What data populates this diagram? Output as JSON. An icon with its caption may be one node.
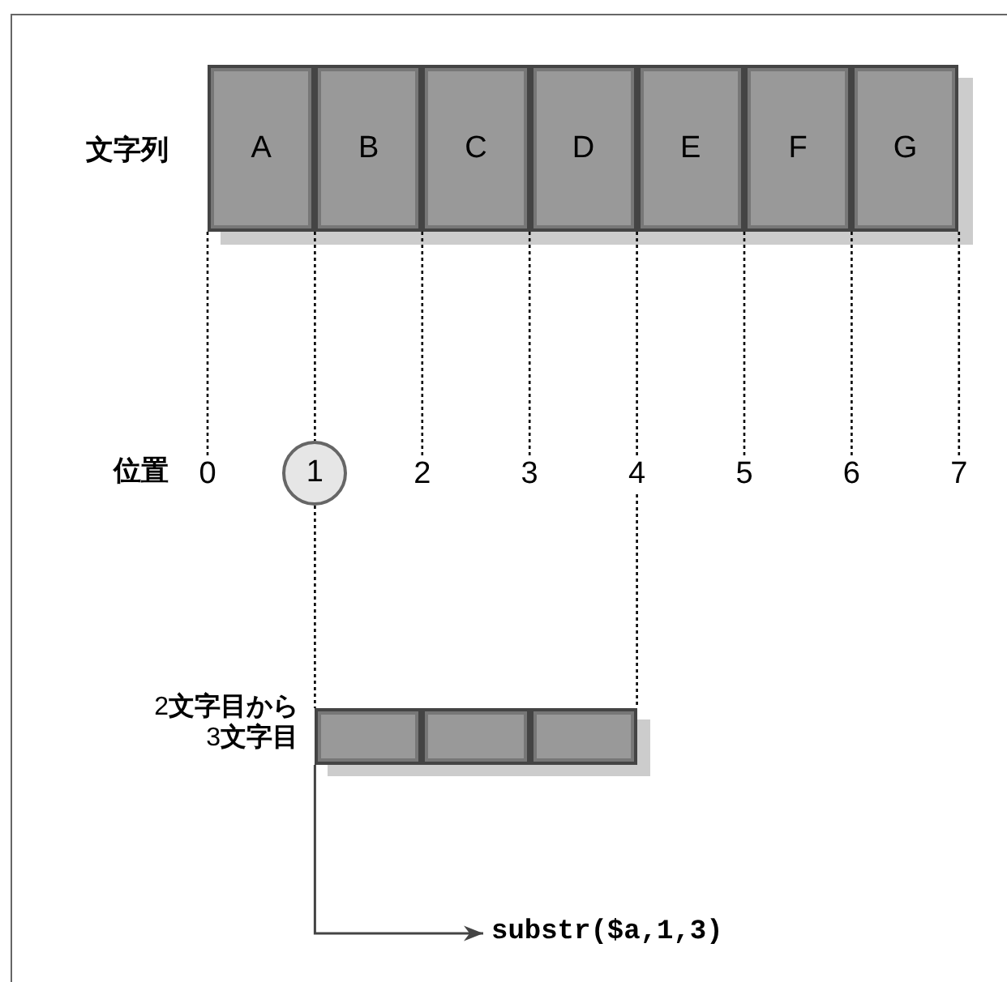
{
  "diagram": {
    "nodes": [
      {
        "text": [
          "A"
        ]
      },
      {
        "text": [
          "B"
        ]
      },
      {
        "text": [
          "C"
        ]
      },
      {
        "text": [
          "D"
        ]
      },
      {
        "text": [
          "E"
        ]
      },
      {
        "text": [
          "F"
        ]
      },
      {
        "text": [
          "G"
        ]
      },
      {
        "text": [
          "0"
        ]
      },
      {
        "text": [
          "1"
        ]
      },
      {
        "text": [
          "2"
        ]
      },
      {
        "text": [
          "3"
        ]
      },
      {
        "text": [
          "4"
        ]
      },
      {
        "text": [
          "5"
        ]
      },
      {
        "text": [
          "6"
        ]
      },
      {
        "text": [
          "7"
        ]
      },
      {
        "text": [],
        "shape": "box"
      },
      {
        "text": [],
        "shape": "box"
      },
      {
        "text": [],
        "shape": "box"
      },
      {
        "text": [
          "substr($a,1,3)"
        ]
      }
    ],
    "edges": [
      {
        "from": 0,
        "to": 7,
        "arrow": "none",
        "style": "dashed"
      },
      {
        "from": 1,
        "to": 8,
        "arrow": "none",
        "style": "dashed"
      },
      {
        "from": 2,
        "to": 9,
        "arrow": "none",
        "style": "dashed"
      },
      {
        "from": 3,
        "to": 10,
        "arrow": "none",
        "style": "dashed"
      },
      {
        "from": 4,
        "to": 11,
        "arrow": "none",
        "style": "dashed"
      },
      {
        "from": 5,
        "to": 12,
        "arrow": "none",
        "style": "dashed"
      },
      {
        "from": 6,
        "to": 13,
        "arrow": "none",
        "style": "dashed"
      },
      {
        "from": 6,
        "to": 14,
        "arrow": "none",
        "style": "dashed"
      },
      {
        "from": 8,
        "to": 15,
        "arrow": "none",
        "style": "dashed"
      },
      {
        "from": 11,
        "to": 17,
        "arrow": "none",
        "style": "dashed"
      },
      {
        "from": 15,
        "to": 18,
        "arrow": "to"
      }
    ],
    "labels": [
      "文字列",
      "位置",
      "2**文字目から**3**文字目**"
    ]
  }
}
